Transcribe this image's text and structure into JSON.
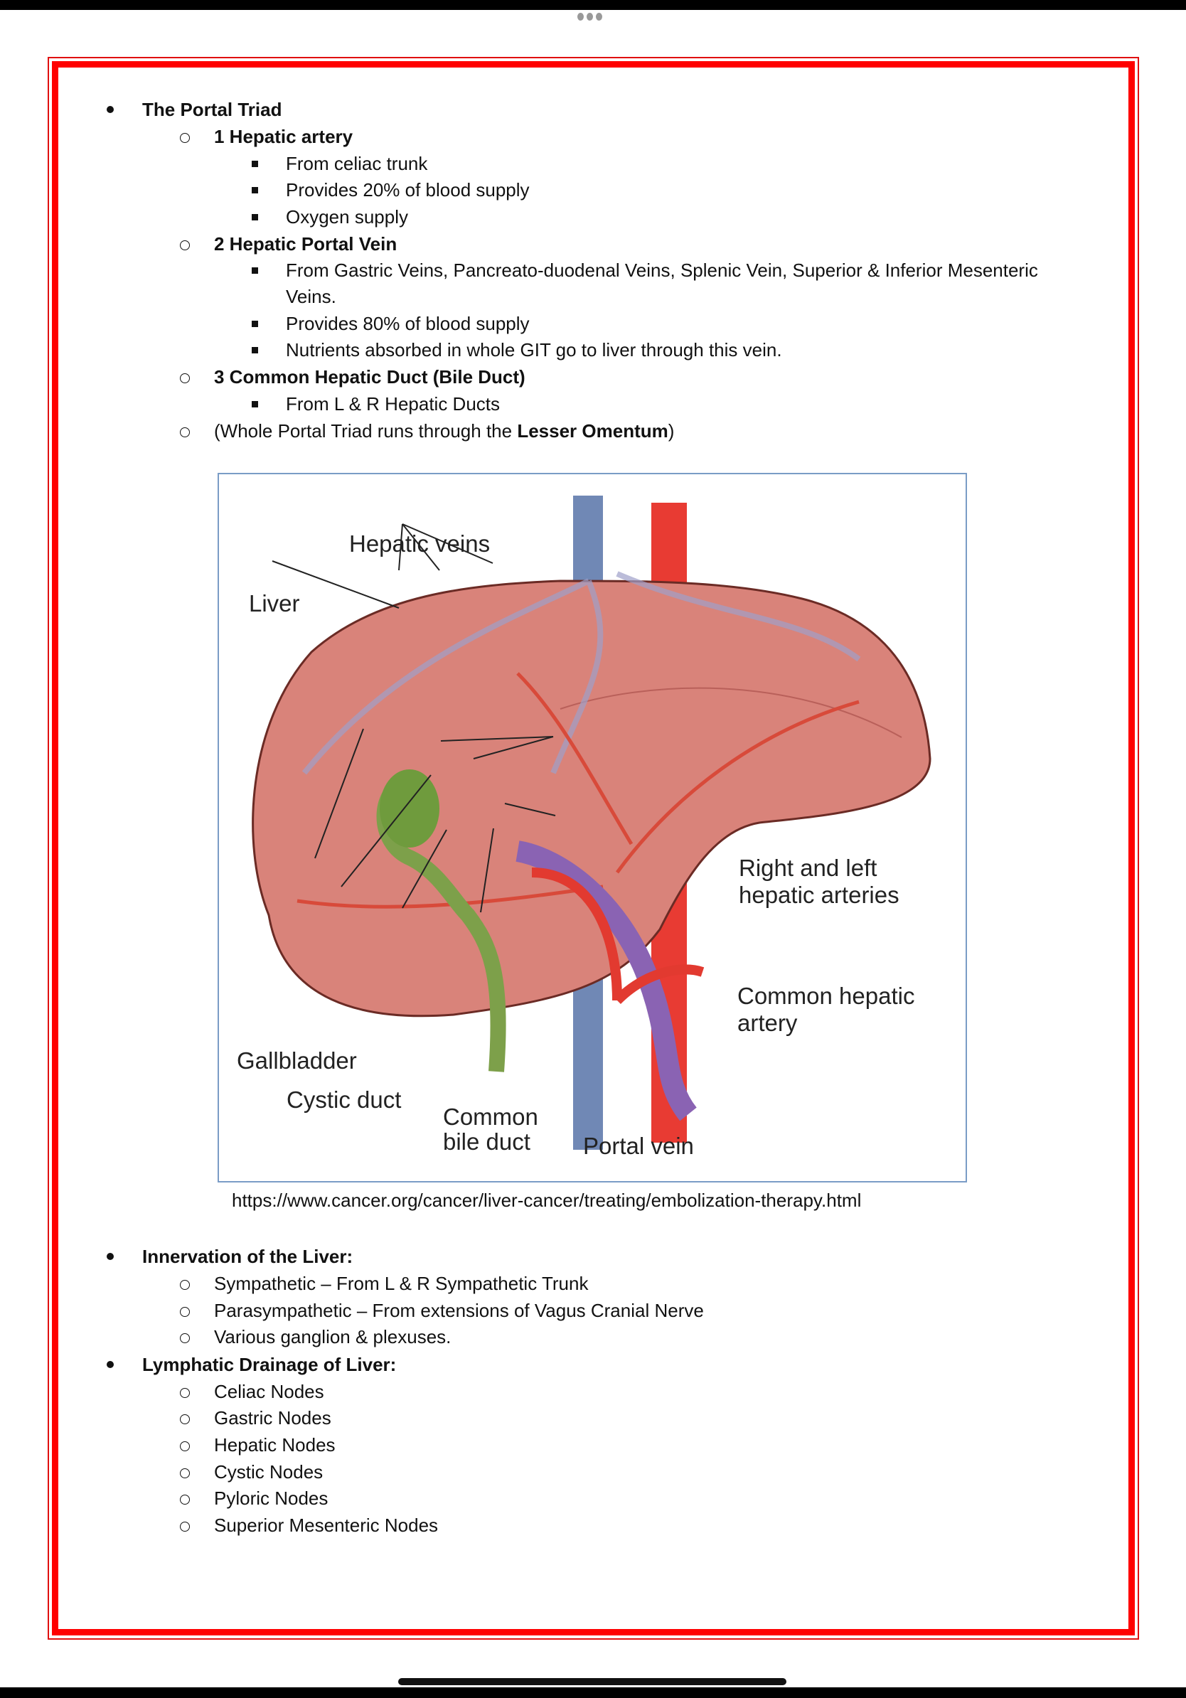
{
  "portal_triad": {
    "heading": "The Portal Triad",
    "items": [
      {
        "title": "1 Hepatic artery",
        "points": [
          "From celiac trunk",
          "Provides 20% of blood supply",
          "Oxygen supply"
        ]
      },
      {
        "title": "2 Hepatic Portal Vein",
        "points": [
          "From Gastric Veins, Pancreato-duodenal Veins, Splenic Vein, Superior & Inferior Mesenteric",
          "Veins.",
          "Provides 80% of blood supply",
          "Nutrients absorbed in whole GIT go to liver through this vein."
        ]
      },
      {
        "title": "3 Common Hepatic Duct (Bile Duct)",
        "points": [
          "From L & R Hepatic Ducts"
        ]
      }
    ],
    "note_prefix": "(Whole Portal Triad runs through the ",
    "note_bold": "Lesser Omentum",
    "note_suffix": ")"
  },
  "figure": {
    "labels": {
      "hepatic_veins": "Hepatic veins",
      "liver": "Liver",
      "arteries_1": "Right and left",
      "arteries_2": "hepatic arteries",
      "common_hepatic_1": "Common hepatic",
      "common_hepatic_2": "artery",
      "gallbladder": "Gallbladder",
      "cystic_duct": "Cystic duct",
      "bile_1": "Common",
      "bile_2": "bile duct",
      "portal_vein": "Portal vein"
    },
    "caption": "https://www.cancer.org/cancer/liver-cancer/treating/embolization-therapy.html"
  },
  "innervation": {
    "heading": "Innervation of the Liver:",
    "items": [
      "Sympathetic – From L & R Sympathetic Trunk",
      "Parasympathetic – From extensions of Vagus Cranial Nerve",
      "Various ganglion & plexuses."
    ]
  },
  "lymphatic": {
    "heading": "Lymphatic Drainage of Liver:",
    "items": [
      "Celiac Nodes",
      "Gastric Nodes",
      "Hepatic Nodes",
      "Cystic Nodes",
      "Pyloric Nodes",
      "Superior Mesenteric Nodes"
    ]
  }
}
